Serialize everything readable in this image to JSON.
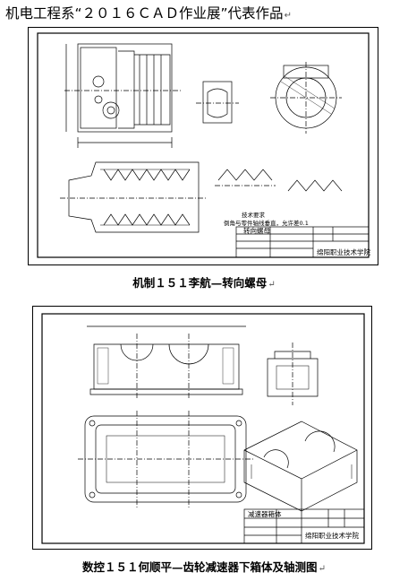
{
  "header": {
    "title": "机电工程系“２０１６ＣＡＤ作业展”代表作品",
    "mark": "↵"
  },
  "drawing1": {
    "tech_req_title": "技术要求",
    "tech_req_line": "倒角与零件轴线垂直，允许差0.1",
    "title_block": {
      "part_name": "转向螺母",
      "school": "绵阳职业技术学院"
    }
  },
  "caption1": {
    "text": "机制１５１李航—转向螺母",
    "mark": "↵"
  },
  "drawing2": {
    "title_block": {
      "part_name": "减速器箱体",
      "school": "绵阳职业技术学院"
    }
  },
  "caption2": {
    "text": "数控１５１何顺平—齿轮减速器下箱体及轴测图",
    "mark": "↵"
  }
}
